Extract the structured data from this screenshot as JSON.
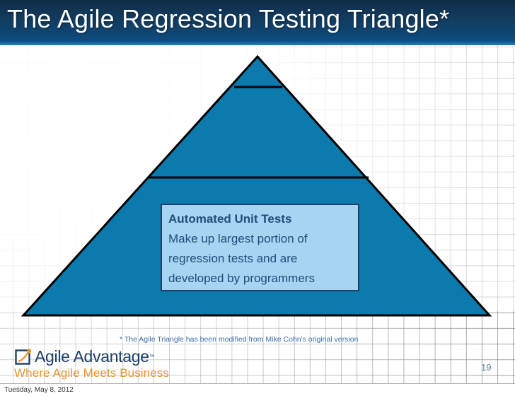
{
  "slide": {
    "title": "The Agile Regression Testing Triangle*",
    "page_number": "19"
  },
  "colors": {
    "title_bar_dark": "#0d2b44",
    "title_bar_light": "#2e88c4",
    "triangle_fill": "#0c7aad",
    "triangle_stroke": "#000000",
    "callout_fill": "#a6d4f2",
    "callout_border": "#1f3f66",
    "callout_text": "#1f4e79",
    "footnote_text": "#3a6ea8",
    "logo_navy": "#1c3e66",
    "logo_orange": "#e8952e",
    "page_number_text": "#5b7f9e"
  },
  "diagram": {
    "shape": "triangle-pyramid",
    "band_count": 3,
    "bands": [
      {
        "name": "top-band",
        "label": ""
      },
      {
        "name": "middle-band",
        "label": ""
      },
      {
        "name": "bottom-band",
        "label": ""
      }
    ]
  },
  "callout": {
    "heading": "Automated Unit Tests",
    "lines": [
      "Make up largest portion of",
      "regression tests and are",
      "developed by programmers"
    ]
  },
  "footnote": {
    "text": "* The Agile Triangle has been modified from Mike Cohn's original version"
  },
  "logo": {
    "icon": "checkbox-growth-arrow-icon",
    "name": "Agile Advantage",
    "trademark": "™",
    "tagline": "Where Agile Meets Business"
  },
  "status": {
    "date": "Tuesday, May 8, 2012"
  }
}
